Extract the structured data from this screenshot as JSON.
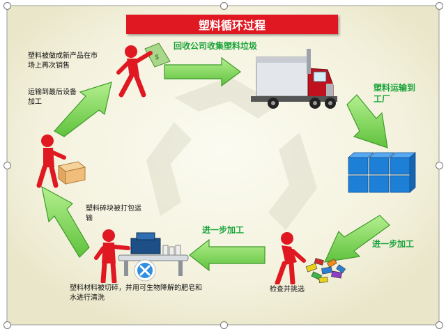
{
  "title": "塑料循环过程",
  "steps": {
    "collect": "回收公司收集塑料垃圾",
    "transport": "塑料运输到\n工厂",
    "process1": "进一步加工",
    "sort": "检查并挑选",
    "process2": "进一步加工",
    "wash": "塑料材料被切碎，并用可生物降解的肥皂和\n水进行清洗",
    "bale": "塑料碎块被打包运\n输",
    "ship_final": "运输到最后设备\n加工",
    "product": "塑料被做成新产品在市\n场上再次销售"
  },
  "colors": {
    "banner": "#e01822",
    "step_text": "#1aa33a",
    "arrow": "#7ed957",
    "figure": "#e01822",
    "cube": "#1e7fd6"
  }
}
